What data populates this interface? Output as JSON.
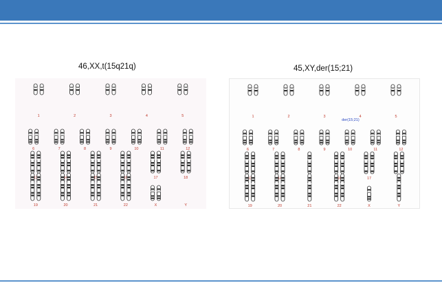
{
  "slide": {
    "left_caption": "46,XX,t(15q21q)",
    "right_caption": "45,XY,der(15;21)"
  },
  "left_karyotype": {
    "rows": [
      [
        {
          "label": "1",
          "chroms": 2,
          "tall": 3
        },
        {
          "label": "2",
          "chroms": 2,
          "tall": 3
        },
        {
          "label": "3",
          "chroms": 2,
          "tall": 3
        },
        {
          "label": "4",
          "chroms": 2,
          "tall": 3
        },
        {
          "label": "5",
          "chroms": 2,
          "tall": 3
        }
      ],
      [
        {
          "label": "6",
          "chroms": 2,
          "tall": 2
        },
        {
          "label": "7",
          "chroms": 2,
          "tall": 2
        },
        {
          "label": "8",
          "chroms": 2,
          "tall": 2
        },
        {
          "label": "9",
          "chroms": 2,
          "tall": 2
        },
        {
          "label": "10",
          "chroms": 2,
          "tall": 2
        },
        {
          "label": "11",
          "chroms": 2,
          "tall": 2
        },
        {
          "label": "12",
          "chroms": 2,
          "tall": 2
        }
      ],
      [
        {
          "label": "13",
          "chroms": 2,
          "tall": 1
        },
        {
          "label": "14",
          "chroms": 2,
          "tall": 1
        },
        {
          "label": "15",
          "chroms": 2,
          "tall": 1
        },
        {
          "label": "16",
          "chroms": 2,
          "tall": 1
        },
        {
          "label": "17",
          "chroms": 2,
          "tall": 1
        },
        {
          "label": "18",
          "chroms": 2,
          "tall": 1
        }
      ],
      [
        {
          "label": "19",
          "chroms": 2,
          "tall": 0
        },
        {
          "label": "20",
          "chroms": 2,
          "tall": 0
        },
        {
          "label": "21",
          "chroms": 2,
          "tall": 0
        },
        {
          "label": "22",
          "chroms": 2,
          "tall": 0
        },
        {
          "label": "X",
          "chroms": 2,
          "tall": 2
        },
        {
          "label": "Y",
          "chroms": 0,
          "tall": 0
        }
      ]
    ]
  },
  "right_karyotype": {
    "annotation": "der(15;21)",
    "rows": [
      [
        {
          "label": "1",
          "chroms": 2,
          "tall": 3
        },
        {
          "label": "2",
          "chroms": 2,
          "tall": 3
        },
        {
          "label": "3",
          "chroms": 2,
          "tall": 3
        },
        {
          "label": "4",
          "chroms": 2,
          "tall": 3
        },
        {
          "label": "5",
          "chroms": 2,
          "tall": 3
        }
      ],
      [
        {
          "label": "6",
          "chroms": 2,
          "tall": 2
        },
        {
          "label": "7",
          "chroms": 2,
          "tall": 2
        },
        {
          "label": "8",
          "chroms": 2,
          "tall": 2
        },
        {
          "label": "9",
          "chroms": 2,
          "tall": 2
        },
        {
          "label": "10",
          "chroms": 2,
          "tall": 2
        },
        {
          "label": "11",
          "chroms": 2,
          "tall": 2
        },
        {
          "label": "12",
          "chroms": 2,
          "tall": 2
        }
      ],
      [
        {
          "label": "13",
          "chroms": 2,
          "tall": 1
        },
        {
          "label": "14",
          "chroms": 2,
          "tall": 1
        },
        {
          "label": "15",
          "chroms": 1,
          "tall": 1
        },
        {
          "label": "16",
          "chroms": 2,
          "tall": 1
        },
        {
          "label": "17",
          "chroms": 2,
          "tall": 1
        },
        {
          "label": "18",
          "chroms": 2,
          "tall": 1
        }
      ],
      [
        {
          "label": "19",
          "chroms": 2,
          "tall": 0
        },
        {
          "label": "20",
          "chroms": 2,
          "tall": 0
        },
        {
          "label": "21",
          "chroms": 1,
          "tall": 0
        },
        {
          "label": "22",
          "chroms": 2,
          "tall": 0
        },
        {
          "label": "X",
          "chroms": 1,
          "tall": 2
        },
        {
          "label": "Y",
          "chroms": 1,
          "tall": 0
        }
      ]
    ]
  },
  "colors": {
    "header": "#3a78ba",
    "rule": "#5b93cc",
    "label": "#c0392b",
    "annotation": "#1f3fbf",
    "chromosome": "#2b2b2b"
  }
}
